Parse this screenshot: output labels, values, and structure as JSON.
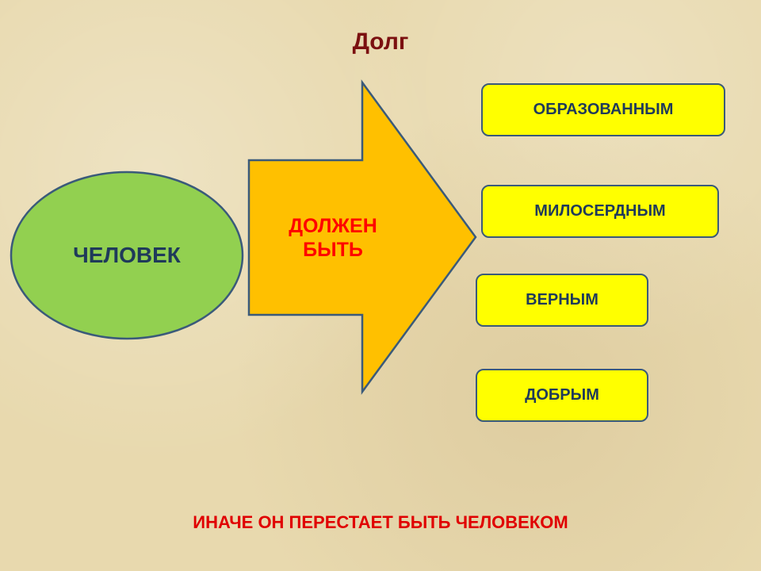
{
  "title": "Долг",
  "ellipse_label": "ЧЕЛОВЕК",
  "arrow_label_line1": "ДОЛЖЕН",
  "arrow_label_line2": "БЫТЬ",
  "qualities": [
    "ОБРАЗОВАННЫМ",
    "МИЛОСЕРДНЫМ",
    "ВЕРНЫМ",
    "ДОБРЫМ"
  ],
  "footer": "ИНАЧЕ ОН ПЕРЕСТАЕТ БЫТЬ ЧЕЛОВЕКОМ",
  "colors": {
    "ellipse": "#92d050",
    "arrow": "#ffc000",
    "box": "#ffff00",
    "outline": "#3a5a7a"
  }
}
